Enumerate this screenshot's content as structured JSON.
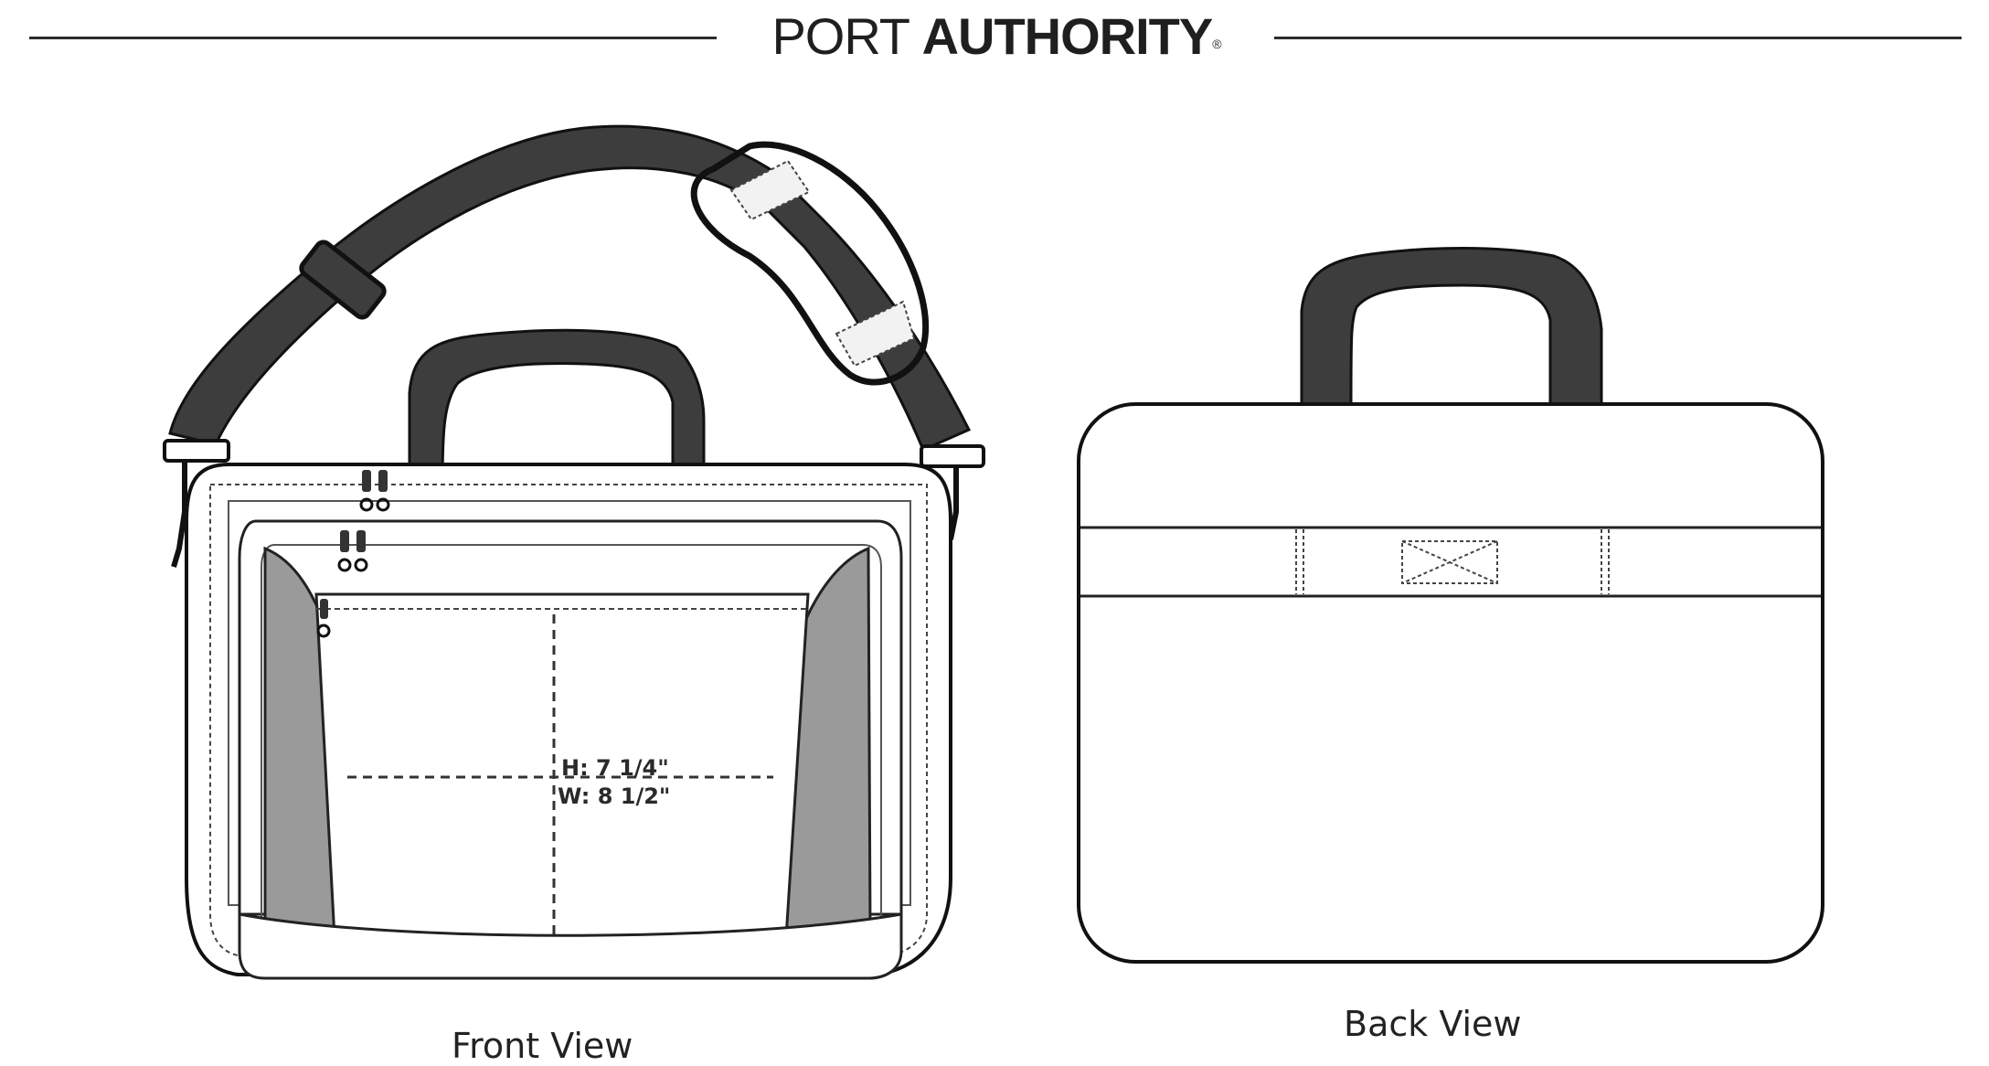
{
  "header": {
    "brand_light": "PORT",
    "brand_bold": "AUTHORITY",
    "registered_mark": "®"
  },
  "front_view": {
    "caption": "Front View",
    "dimension_height": "H: 7 1/4\"",
    "dimension_width": "W: 8 1/2\""
  },
  "back_view": {
    "caption": "Back View"
  },
  "colors": {
    "strap": "#3d3d3d",
    "panel": "#9a9a9a",
    "outline": "#111111",
    "background": "#ffffff"
  }
}
